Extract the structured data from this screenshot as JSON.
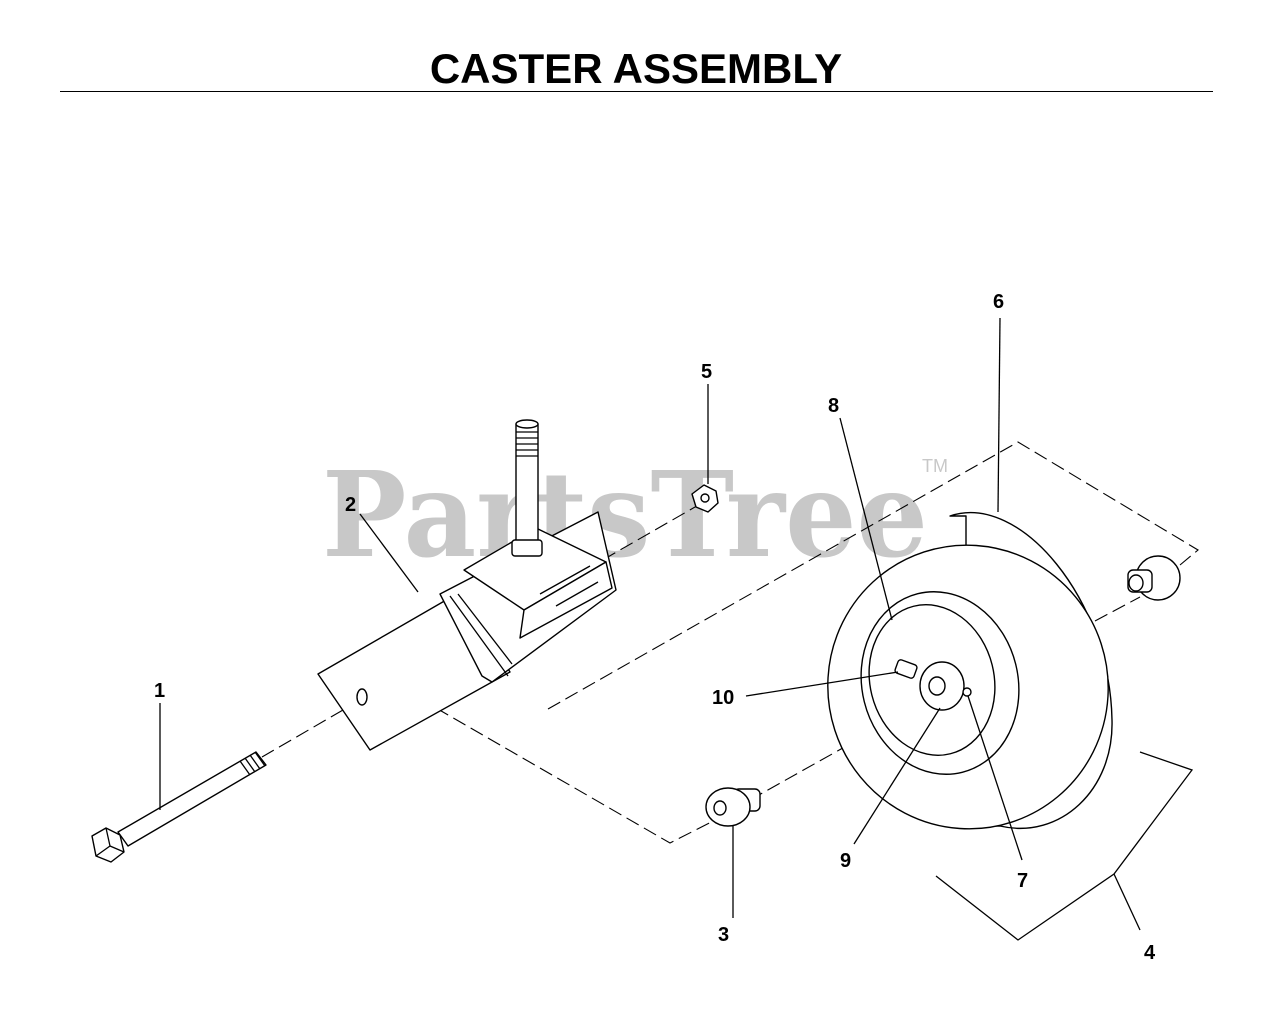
{
  "title": "CASTER ASSEMBLY",
  "watermark": {
    "text": "PartsTree",
    "trademark": "TM",
    "color": "#c8c8c8"
  },
  "callouts": [
    {
      "id": "callout-1",
      "label": "1"
    },
    {
      "id": "callout-2",
      "label": "2"
    },
    {
      "id": "callout-3",
      "label": "3"
    },
    {
      "id": "callout-4",
      "label": "4"
    },
    {
      "id": "callout-5",
      "label": "5"
    },
    {
      "id": "callout-6",
      "label": "6"
    },
    {
      "id": "callout-7",
      "label": "7"
    },
    {
      "id": "callout-8",
      "label": "8"
    },
    {
      "id": "callout-9",
      "label": "9"
    },
    {
      "id": "callout-10",
      "label": "10"
    }
  ]
}
